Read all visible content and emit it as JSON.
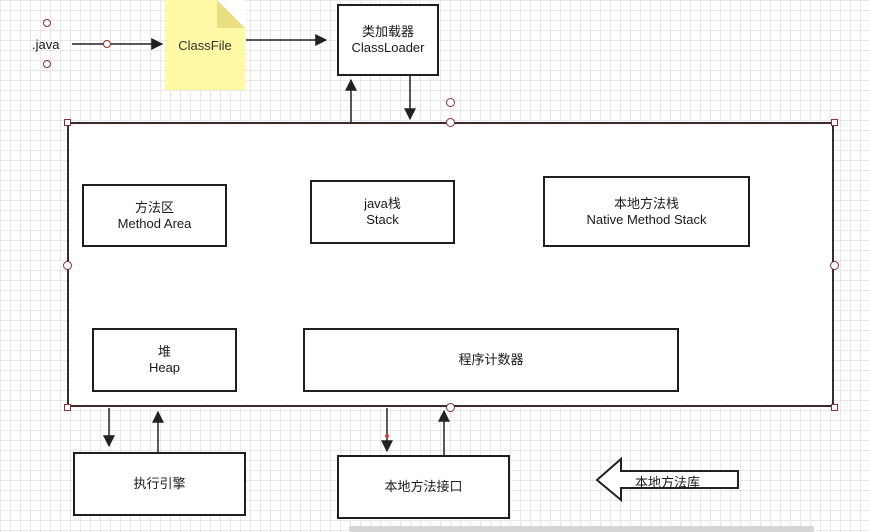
{
  "source": {
    "label": ".java"
  },
  "classfile": {
    "label": "ClassFile"
  },
  "classloader": {
    "line1": "类加载器",
    "line2": "ClassLoader"
  },
  "runtime": {
    "method_area": {
      "line1": "方法区",
      "line2": "Method Area"
    },
    "java_stack": {
      "line1": "java栈",
      "line2": "Stack"
    },
    "native_stack": {
      "line1": "本地方法栈",
      "line2": "Native Method Stack"
    },
    "heap": {
      "line1": "堆",
      "line2": "Heap"
    },
    "pc_register": {
      "label": "程序计数器"
    }
  },
  "execution_engine": {
    "label": "执行引擎"
  },
  "native_interface": {
    "label": "本地方法接口"
  },
  "native_library": {
    "label": "本地方法库"
  },
  "colors": {
    "note_fill": "#fff8a4",
    "border": "#1f1f1f",
    "handle": "#8a3030",
    "grid": "#e8e8e8"
  }
}
